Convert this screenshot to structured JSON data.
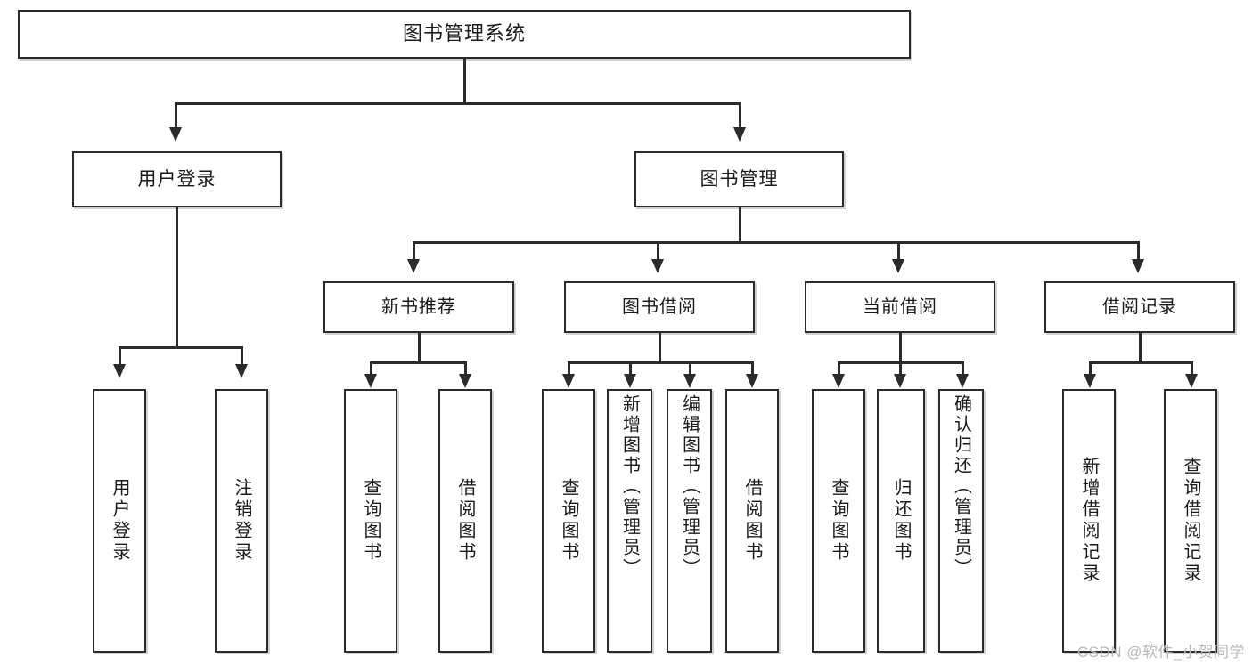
{
  "diagram": {
    "title_node": {
      "label": "图书管理系统"
    },
    "level2": [
      {
        "id": "user-login",
        "label": "用户登录"
      },
      {
        "id": "book-management",
        "label": "图书管理"
      }
    ],
    "level3": [
      {
        "id": "new-book-recommend",
        "label": "新书推荐"
      },
      {
        "id": "book-borrow",
        "label": "图书借阅"
      },
      {
        "id": "current-borrow",
        "label": "当前借阅"
      },
      {
        "id": "borrow-record",
        "label": "借阅记录"
      }
    ],
    "leaves": [
      {
        "id": "leaf-user-login",
        "label": "用户登录",
        "parent": "user-login"
      },
      {
        "id": "leaf-logout",
        "label": "注销登录",
        "parent": "user-login"
      },
      {
        "id": "leaf-query-book-1",
        "label": "查询图书",
        "parent": "new-book-recommend"
      },
      {
        "id": "leaf-borrow-book-1",
        "label": "借阅图书",
        "parent": "new-book-recommend"
      },
      {
        "id": "leaf-query-book-2",
        "label": "查询图书",
        "parent": "book-borrow"
      },
      {
        "id": "leaf-add-book",
        "label": "新增图书（管理员）",
        "parent": "book-borrow"
      },
      {
        "id": "leaf-edit-book",
        "label": "编辑图书（管理员）",
        "parent": "book-borrow"
      },
      {
        "id": "leaf-borrow-book-2",
        "label": "借阅图书",
        "parent": "book-borrow"
      },
      {
        "id": "leaf-query-book-3",
        "label": "查询图书",
        "parent": "current-borrow"
      },
      {
        "id": "leaf-return-book",
        "label": "归还图书",
        "parent": "current-borrow"
      },
      {
        "id": "leaf-confirm-return",
        "label": "确认归还（管理员）",
        "parent": "current-borrow"
      },
      {
        "id": "leaf-add-borrow-record",
        "label": "新增借阅记录",
        "parent": "borrow-record"
      },
      {
        "id": "leaf-query-borrow-record",
        "label": "查询借阅记录",
        "parent": "borrow-record"
      }
    ],
    "colors": {
      "stroke": "#2b2b2b",
      "background": "#ffffff",
      "text": "#1a1a1a",
      "watermark": "#b9b9b9"
    }
  },
  "watermark": {
    "text": "CSDN @软件_小贺同学"
  }
}
